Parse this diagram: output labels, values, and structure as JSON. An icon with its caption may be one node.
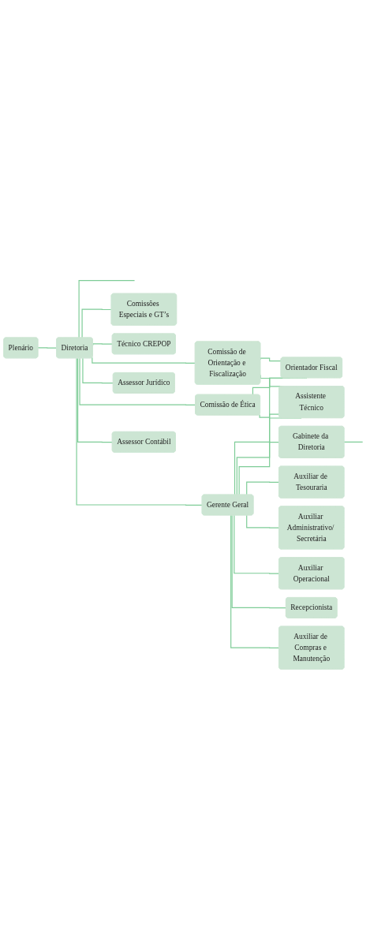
{
  "diagram": {
    "nodes": [
      {
        "text": [
          "Plenário"
        ]
      },
      {
        "text": [
          "Diretoria"
        ]
      },
      {
        "text": [
          "Comissões Especiais e GT’s"
        ]
      },
      {
        "text": [
          "Técnico CREPOP"
        ]
      },
      {
        "text": [
          "Comissão de Orientação e Fiscalização"
        ]
      },
      {
        "text": [
          "Assessor Jurídico"
        ]
      },
      {
        "text": [
          "Comissão de Ética"
        ]
      },
      {
        "text": [
          "Assessor Contábil"
        ]
      },
      {
        "text": [
          "Gerente Geral"
        ]
      },
      {
        "text": [
          "Gabinete da Diretoria"
        ]
      },
      {
        "text": [
          "Orientador Fiscal"
        ]
      },
      {
        "text": [
          "Assistente Técnico"
        ]
      },
      {
        "text": [
          "Auxiliar de Tesouraria"
        ]
      },
      {
        "text": [
          "Auxiliar Administrativo/ Secretária"
        ]
      },
      {
        "text": [
          "Auxiliar Operacional"
        ]
      },
      {
        "text": [
          "Recepcionista"
        ]
      },
      {
        "text": [
          "Auxiliar de Compras e Manutenção"
        ]
      }
    ],
    "edges": [
      {
        "from": 0,
        "to": 1,
        "arrow": "none"
      },
      {
        "from": 1,
        "to": null,
        "arrow": "none"
      },
      {
        "from": 1,
        "to": 2,
        "arrow": "none"
      },
      {
        "from": 1,
        "to": 3,
        "arrow": "none"
      },
      {
        "from": 1,
        "to": 4,
        "arrow": "none"
      },
      {
        "from": 1,
        "to": 5,
        "arrow": "none"
      },
      {
        "from": 1,
        "to": 6,
        "arrow": "none"
      },
      {
        "from": 1,
        "to": 7,
        "arrow": "none"
      },
      {
        "from": 1,
        "to": 8,
        "arrow": "none"
      },
      {
        "from": 8,
        "to": 9,
        "arrow": "none"
      },
      {
        "from": 9,
        "to": null,
        "arrow": "none"
      },
      {
        "from": 8,
        "to": 10,
        "arrow": "none"
      },
      {
        "from": 8,
        "to": 11,
        "arrow": "none"
      },
      {
        "from": 8,
        "to": 12,
        "arrow": "none"
      },
      {
        "from": 8,
        "to": 13,
        "arrow": "none"
      },
      {
        "from": 8,
        "to": 14,
        "arrow": "none"
      },
      {
        "from": 8,
        "to": 15,
        "arrow": "none"
      },
      {
        "from": 8,
        "to": 16,
        "arrow": "none"
      },
      {
        "from": 4,
        "to": 10,
        "arrow": "none"
      },
      {
        "from": 4,
        "to": 11,
        "arrow": "none"
      },
      {
        "from": 6,
        "to": 10,
        "arrow": "none"
      },
      {
        "from": 6,
        "to": 11,
        "arrow": "none"
      }
    ]
  }
}
